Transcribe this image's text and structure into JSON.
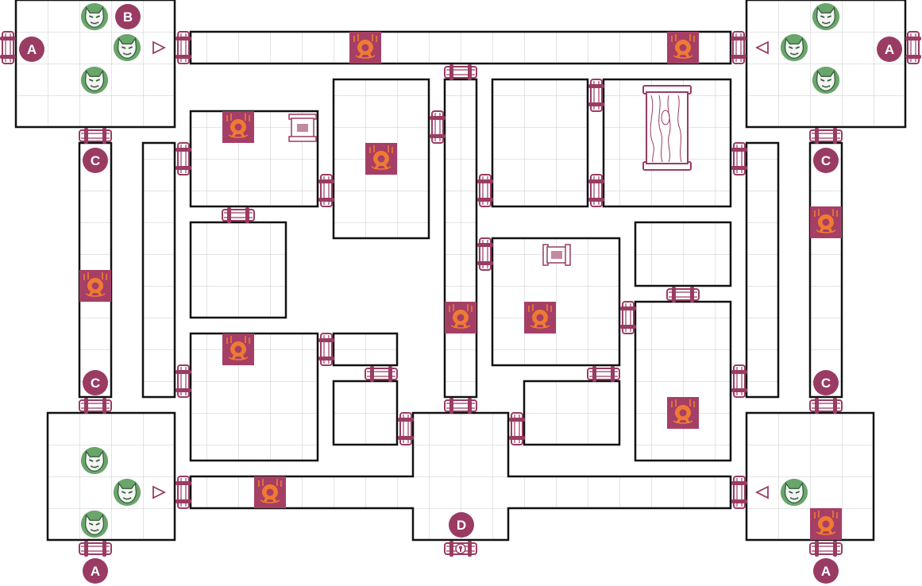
{
  "map": {
    "markers": [
      {
        "id": "marker-a-1",
        "letter": "A"
      },
      {
        "id": "marker-b-1",
        "letter": "B"
      },
      {
        "id": "marker-a-2",
        "letter": "A"
      },
      {
        "id": "marker-c-1",
        "letter": "C"
      },
      {
        "id": "marker-c-2",
        "letter": "C"
      },
      {
        "id": "marker-c-3",
        "letter": "C"
      },
      {
        "id": "marker-c-4",
        "letter": "C"
      },
      {
        "id": "marker-d-1",
        "letter": "D"
      },
      {
        "id": "marker-a-3",
        "letter": "A"
      },
      {
        "id": "marker-a-4",
        "letter": "A"
      }
    ],
    "legend": {
      "enemy_token": "wolf-head-icon",
      "spawn_tile": "lion-emblem-icon",
      "door": "door-icon",
      "locked_door": "keyhole-door-icon",
      "table": "table-icon",
      "small_chest": "chest-icon",
      "entry_arrow": "arrow-icon"
    },
    "colors": {
      "marker": "#9a3b63",
      "door": "#9a3b63",
      "spawn_bg": "#a53f66",
      "spawn_fg": "#f07a32",
      "enemy": "#6aa56c",
      "wall": "#111111",
      "grid": "#c8c8c8"
    }
  }
}
